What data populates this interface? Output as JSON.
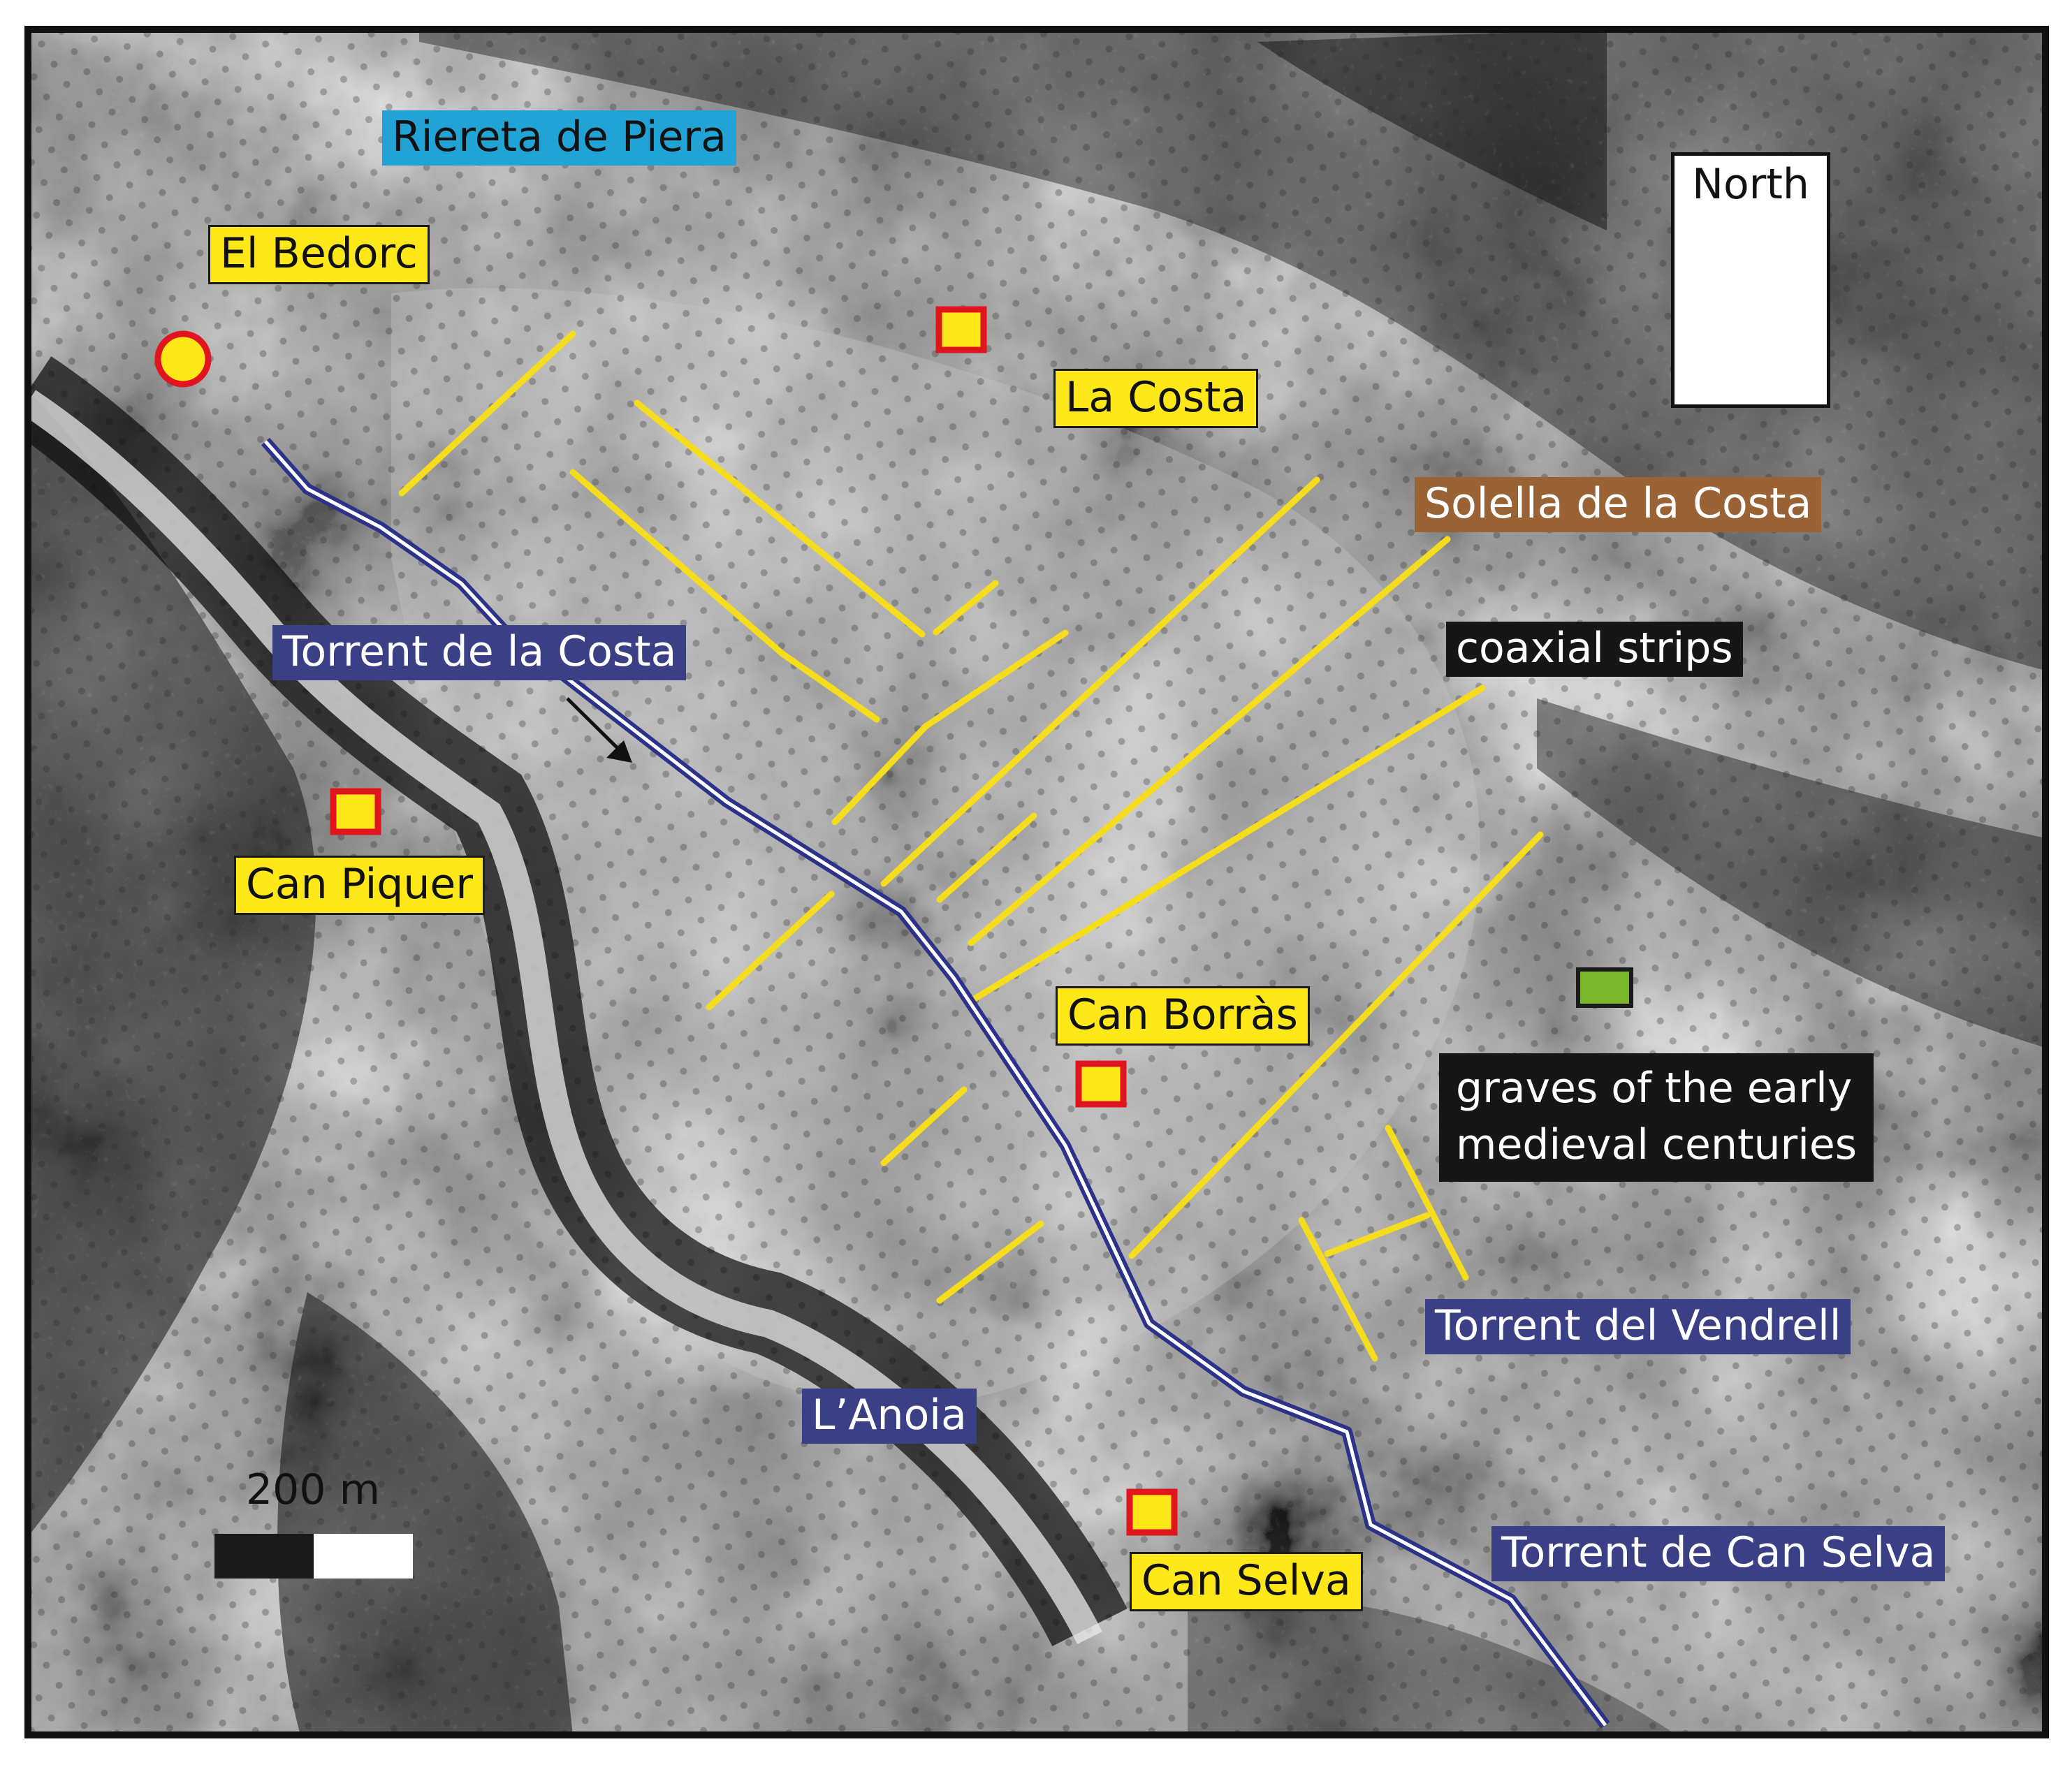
{
  "colors": {
    "site_label_bg": "#ffe81a",
    "boundary_line": "#f5dc1c",
    "stream_label_bg": "#3b3f86",
    "riereta_label_bg": "#22a3d6",
    "solella_label_bg": "#9a6336",
    "feature_label_bg": "#161616",
    "marker_fill": "#ffe81a",
    "marker_stroke": "#e0151e",
    "grave_marker": "#7ab62a",
    "stream_line": "#2c3288"
  },
  "labels": {
    "el_bedorc": "El Bedorc",
    "riereta_de_piera": "Riereta de Piera",
    "la_costa": "La Costa",
    "solella_de_la_costa": "Solella de la Costa",
    "torrent_de_la_costa": "Torrent de la Costa",
    "coaxial_strips": "coaxial strips",
    "can_piquer": "Can Piquer",
    "can_borras": "Can Borràs",
    "graves_line1": "graves of the early",
    "graves_line2": "medieval centuries",
    "torrent_del_vendrell": "Torrent del Vendrell",
    "anoia": "L’Anoia",
    "can_selva": "Can Selva",
    "torrent_de_can_selva": "Torrent de Can Selva"
  },
  "north_arrow": {
    "label": "North",
    "icon": "north-arrow-icon"
  },
  "scale_bar": {
    "label": "200 m"
  },
  "markers": {
    "village": {
      "icon": "circle-marker-icon"
    },
    "farmstead": {
      "icon": "square-marker-icon"
    },
    "graves": {
      "icon": "green-square-icon"
    }
  }
}
